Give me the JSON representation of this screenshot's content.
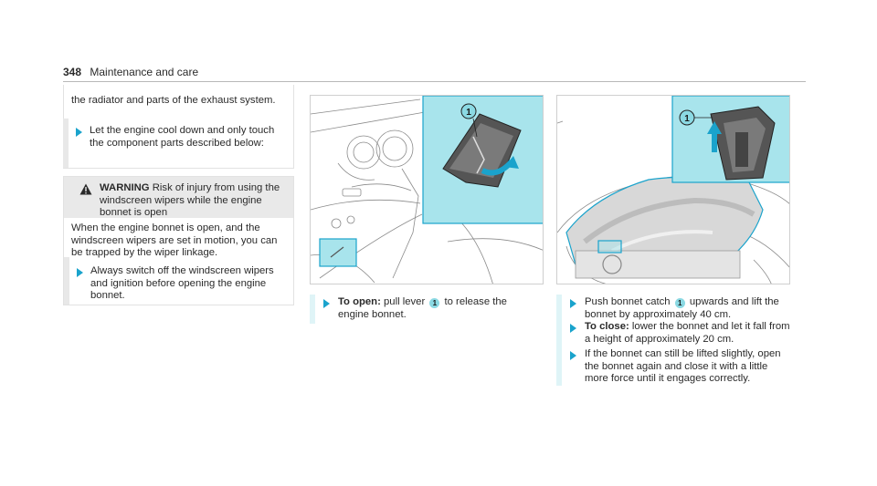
{
  "header": {
    "page_number": "348",
    "section": "Maintenance and care"
  },
  "column1": {
    "continued_text": "the radiator and parts of the exhaust system.",
    "step1": "Let the engine cool down and only touch the component parts described below:",
    "warning": {
      "label": "WARNING",
      "title": "Risk of injury from using the windscreen wipers while the engine bonnet is open",
      "body": "When the engine bonnet is open, and the windscreen wipers are set in motion, you can be trapped by the wiper linkage.",
      "step": "Always switch off the windscreen wipers and ignition before opening the engine bonnet."
    }
  },
  "column2": {
    "figure_callout": "1",
    "step_label": "To open:",
    "step_text_a": "pull lever",
    "step_text_b": "to release the engine bonnet."
  },
  "column3": {
    "figure_callout": "1",
    "step1_a": "Push bonnet catch",
    "step1_b": "upwards and lift the bonnet by approximately 40 cm.",
    "step2_label": "To close:",
    "step2_text": "lower the bonnet and let it fall from a height of approximately 20 cm.",
    "step3": "If the bonnet can still be lifted slightly, open the bonnet again and close it with a little more force until it engages correctly."
  },
  "colors": {
    "accent": "#1aa3cc",
    "highlight": "#a8e4ec",
    "badge": "#8bd9e3"
  }
}
